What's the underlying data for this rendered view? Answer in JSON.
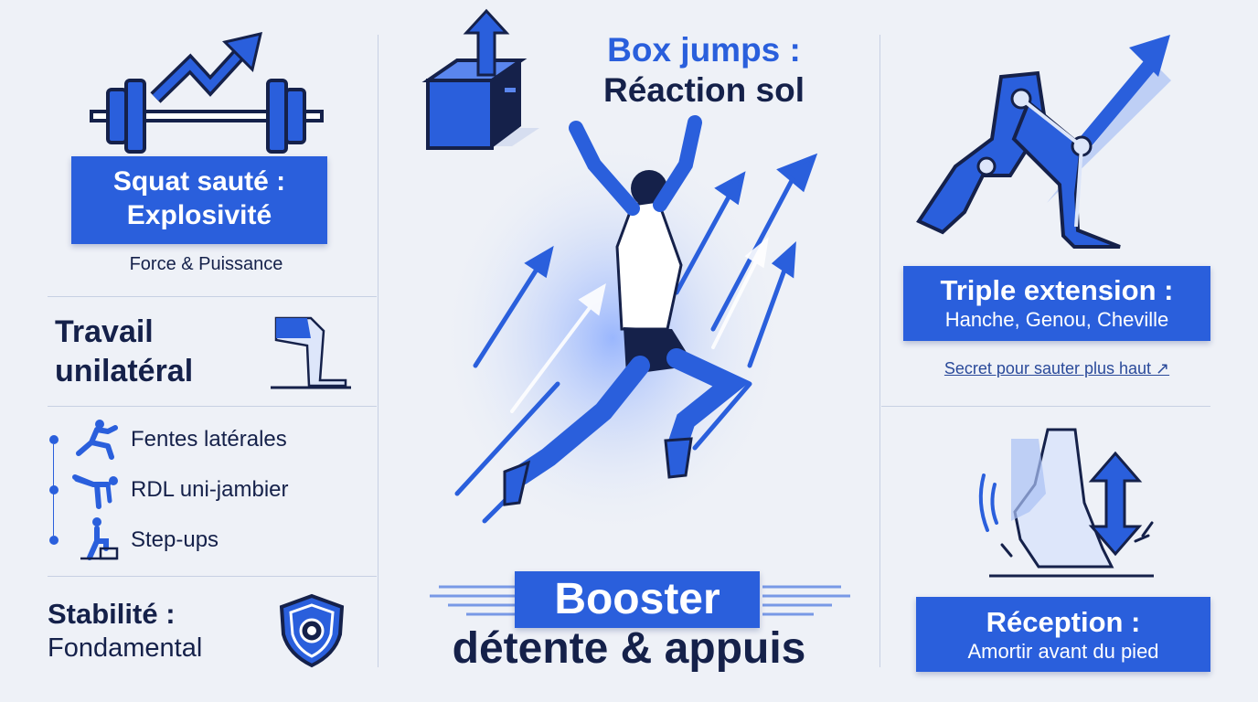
{
  "colors": {
    "accent": "#2a5fdc",
    "navy": "#15214a",
    "background": "#eef1f7"
  },
  "left": {
    "squat": {
      "line1": "Squat sauté :",
      "line2": "Explosivité",
      "caption": "Force & Puissance"
    },
    "unilateral": {
      "line1": "Travail",
      "line2": "unilatéral"
    },
    "exercises": [
      "Fentes latérales",
      "RDL uni-jambier",
      "Step-ups"
    ],
    "stability": {
      "line1": "Stabilité :",
      "line2": "Fondamental"
    }
  },
  "center": {
    "box": {
      "line1": "Box jumps :",
      "line2": "Réaction sol"
    },
    "title": {
      "line1": "Booster",
      "line2": "détente & appuis"
    }
  },
  "right": {
    "triple": {
      "line1": "Triple extension :",
      "line2": "Hanche, Genou, Cheville",
      "link": "Secret pour sauter plus haut ↗"
    },
    "reception": {
      "line1": "Réception :",
      "line2": "Amortir avant du pied"
    }
  },
  "icons": [
    "barbell-icon",
    "trend-up-arrow-icon",
    "knee-icon",
    "lunge-icon",
    "rdl-icon",
    "step-up-icon",
    "shield-icon",
    "box-icon",
    "up-arrow-icon",
    "jumping-athlete",
    "leg-extension-icon",
    "foot-landing-icon",
    "up-down-arrow-icon"
  ]
}
